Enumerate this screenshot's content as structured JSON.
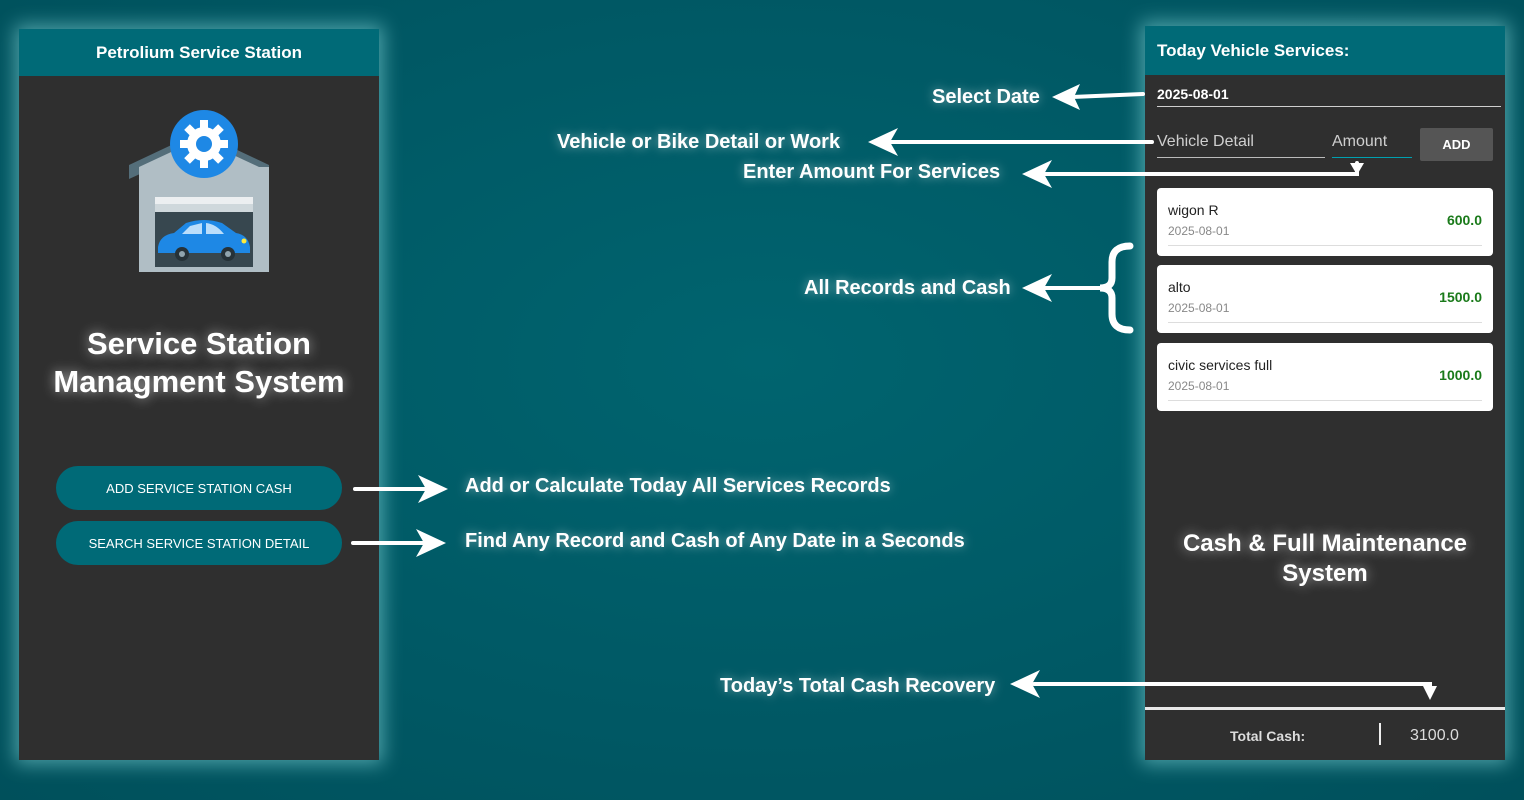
{
  "left_phone": {
    "appbar_title": "Petrolium Service Station",
    "logo_icon": "garage-with-car-and-gear-icon",
    "title_line1": "Service Station",
    "title_line2": "Managment System",
    "btn_add": "ADD SERVICE STATION CASH",
    "btn_search": "SEARCH SERVICE STATION DETAIL"
  },
  "right_phone": {
    "appbar_title": "Today Vehicle Services:",
    "date_value": "2025-08-01",
    "vehicle_placeholder": "Vehicle Detail",
    "amount_placeholder": "Amount",
    "add_label": "ADD",
    "records": [
      {
        "name": "wigon R",
        "date": "2025-08-01",
        "amount": "600.0"
      },
      {
        "name": "alto",
        "date": "2025-08-01",
        "amount": "1500.0"
      },
      {
        "name": "civic services full",
        "date": "2025-08-01",
        "amount": "1000.0"
      }
    ],
    "overlay_line1": "Cash & Full Maintenance",
    "overlay_line2": "System",
    "total_label": "Total Cash:",
    "total_value": "3100.0"
  },
  "annotations": {
    "select_date": "Select Date",
    "vehicle_detail": "Vehicle or Bike Detail or Work",
    "enter_amount": "Enter Amount For Services",
    "all_records": "All Records and Cash",
    "add_calc": "Add or Calculate Today All Services Records",
    "find_any": "Find Any Record and Cash of Any Date in a Seconds",
    "total_recovery": "Today’s Total Cash Recovery"
  },
  "colors": {
    "background": "#005d69",
    "appbar": "#006a77",
    "panel": "#2f2f2f",
    "amount_green": "#1a7a1a"
  }
}
